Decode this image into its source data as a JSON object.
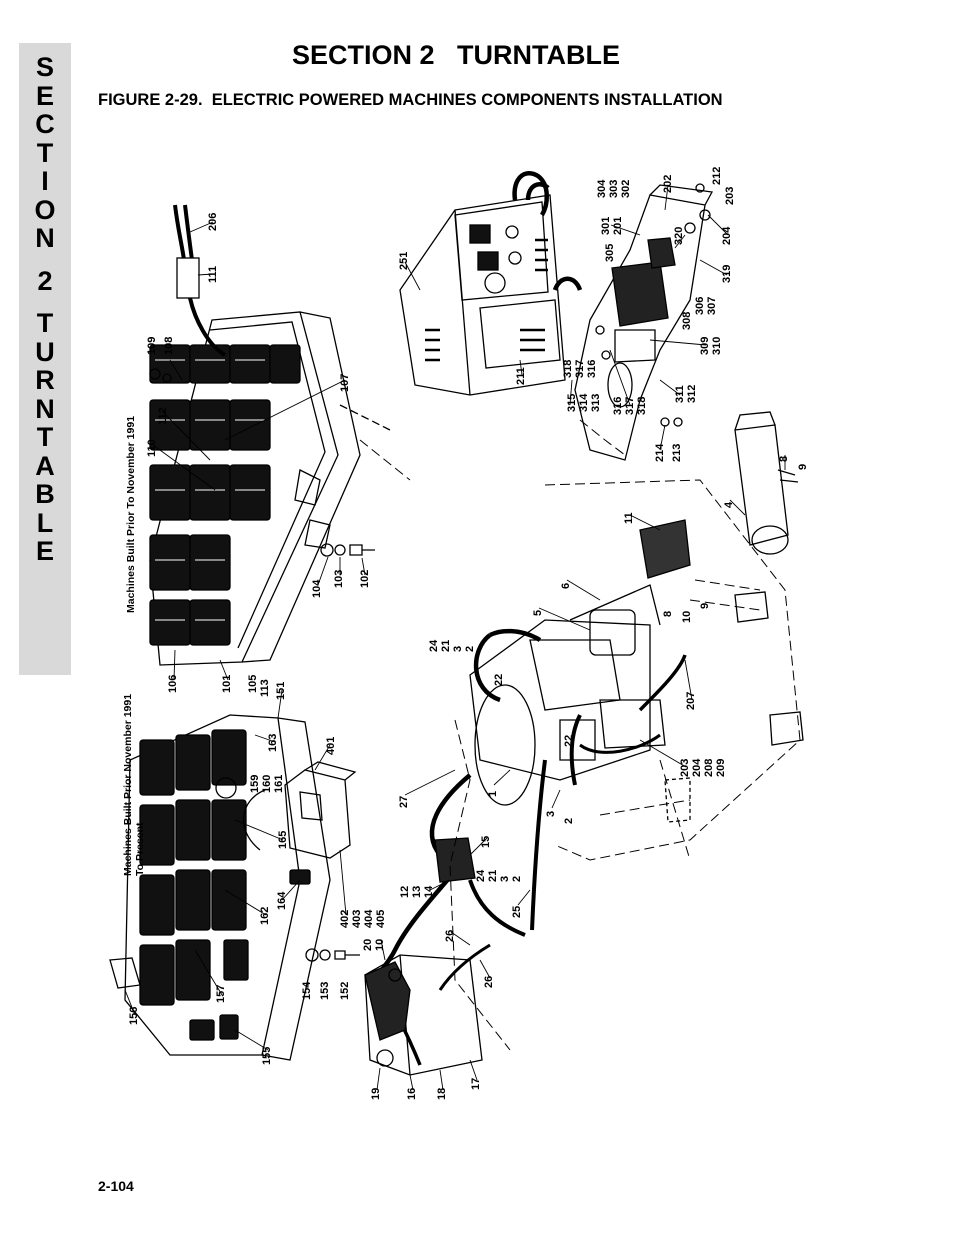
{
  "side_tab": {
    "letters_section": [
      "S",
      "E",
      "C",
      "T",
      "I",
      "O",
      "N"
    ],
    "number": "2",
    "letters_name": [
      "T",
      "U",
      "R",
      "N",
      "T",
      "A",
      "B",
      "L",
      "E"
    ]
  },
  "header": {
    "section_title": "SECTION 2   TURNTABLE",
    "figure_title": "FIGURE 2-29.  ELECTRIC POWERED MACHINES COMPONENTS INSTALLATION"
  },
  "captions": {
    "prior": "Machines Built Prior To November 1991",
    "present_line1": "Machines Built Prior November 1991",
    "present_line2": "To Present"
  },
  "callouts": {
    "c206": "206",
    "c111": "111",
    "c109": "109",
    "c108": "108",
    "c112": "112",
    "c110": "110",
    "c107": "107",
    "c104": "104",
    "c103": "103",
    "c102": "102",
    "c106": "106",
    "c101": "101",
    "c105": "105",
    "c113": "113",
    "c151": "151",
    "c163": "163",
    "c159": "159",
    "c160": "160",
    "c161": "161",
    "c401": "401",
    "c165": "165",
    "c162": "162",
    "c164": "164",
    "c402": "402",
    "c403": "403",
    "c404": "404",
    "c405": "405",
    "c154": "154",
    "c153": "153",
    "c152": "152",
    "c156": "156",
    "c157": "157",
    "c155": "155",
    "c251": "251",
    "c211": "211",
    "c304": "304",
    "c303": "303",
    "c302": "302",
    "c202": "202",
    "c212": "212",
    "c203a": "203",
    "c301": "301",
    "c201": "201",
    "c305": "305",
    "c320": "320",
    "c204a": "204",
    "c319": "319",
    "c308": "308",
    "c306": "306",
    "c307": "307",
    "c309": "309",
    "c310": "310",
    "c318a": "318",
    "c317a": "317",
    "c316a": "316",
    "c315": "315",
    "c314": "314",
    "c313": "313",
    "c316b": "316",
    "c317b": "317",
    "c318b": "318",
    "c311": "311",
    "c312": "312",
    "c214": "214",
    "c213": "213",
    "c11": "11",
    "c8a": "8",
    "c9a": "9",
    "c4": "4",
    "c6": "6",
    "c5": "5",
    "c8b": "8",
    "c10a": "10",
    "c9b": "9",
    "c24a": "24",
    "c21a": "21",
    "c3a": "3",
    "c2a": "2",
    "c22a": "22",
    "c22b": "22",
    "c207": "207",
    "c1": "1",
    "c27": "27",
    "c3b": "3",
    "c2b": "2",
    "c203b": "203",
    "c204b": "204",
    "c208": "208",
    "c209": "209",
    "c15": "15",
    "c12": "12",
    "c13": "13",
    "c14": "14",
    "c24b": "24",
    "c21b": "21",
    "c3c": "3",
    "c2c": "2",
    "c25": "25",
    "c26a": "26",
    "c20": "20",
    "c10b": "10",
    "c26b": "26",
    "c19": "19",
    "c16": "16",
    "c18": "18",
    "c17": "17"
  },
  "footer": {
    "page_number": "2-104"
  }
}
